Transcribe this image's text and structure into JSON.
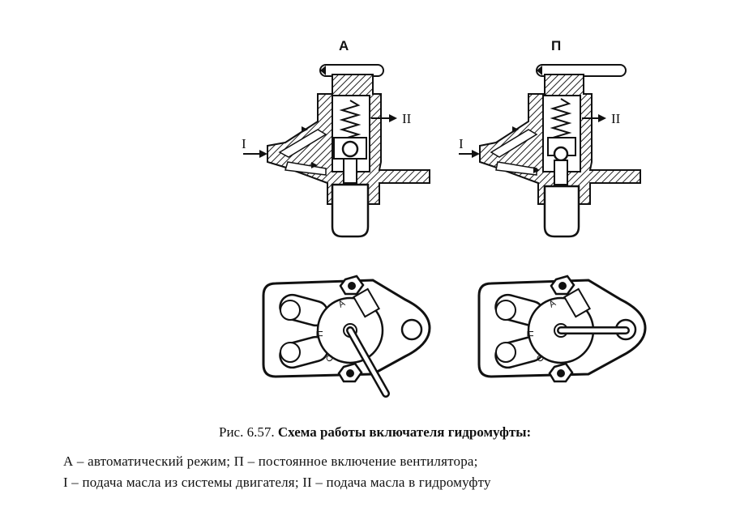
{
  "diagram": {
    "view_a_label": "А",
    "view_p_label": "П",
    "inlet_label": "I",
    "outlet_label": "II",
    "dial_mark_a": "А",
    "dial_mark_p": "П",
    "dial_mark_o": "О"
  },
  "caption": {
    "prefix": "Рис. 6.57.",
    "title": "Схема работы включателя гидромуфты:"
  },
  "legend": {
    "line1": "А – автоматический режим; П – постоянное включение вентилятора;",
    "line2": "I – подача масла из системы двигателя; II – подача масла в гидромуфту"
  }
}
